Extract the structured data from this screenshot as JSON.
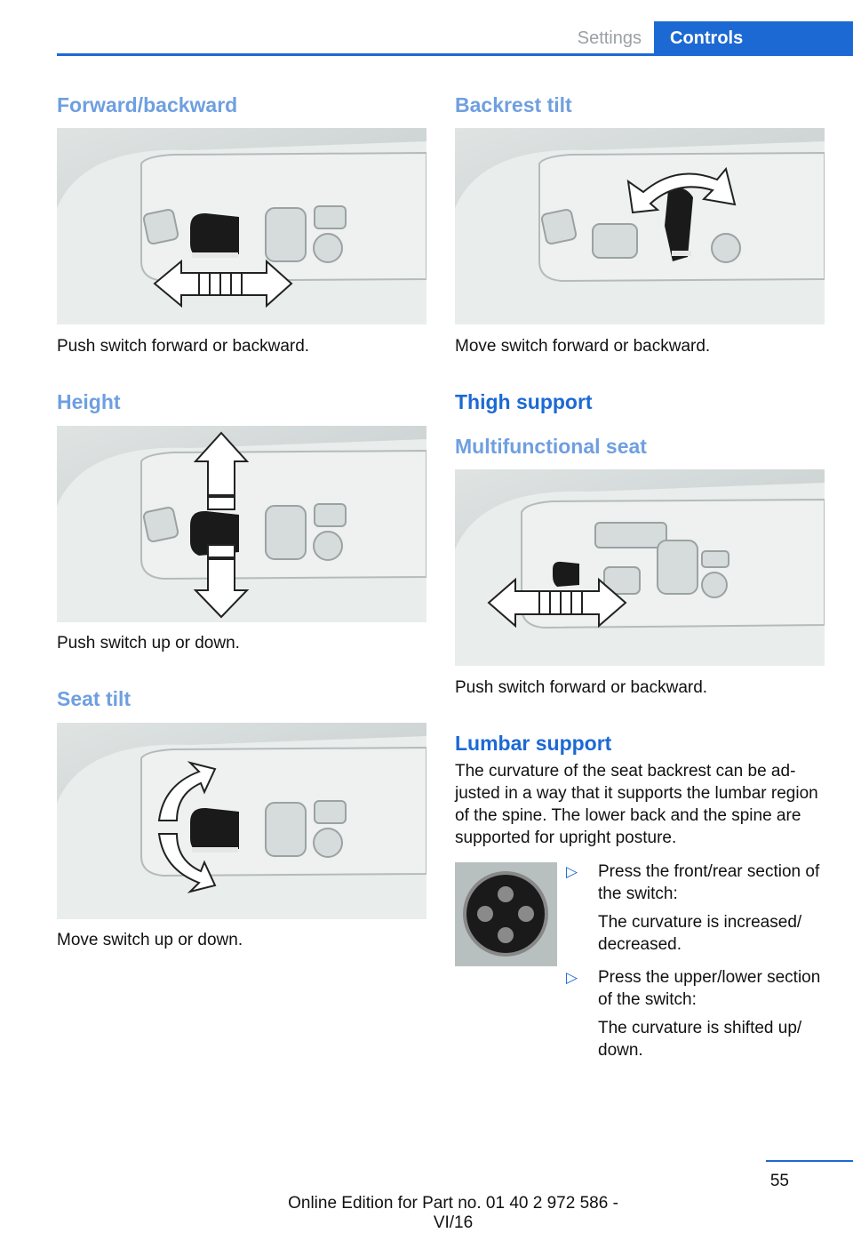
{
  "header": {
    "section": "Settings",
    "chapter": "Controls"
  },
  "left": {
    "forward_backward": {
      "title": "Forward/backward",
      "caption": "Push switch forward or backward."
    },
    "height": {
      "title": "Height",
      "caption": "Push switch up or down."
    },
    "seat_tilt": {
      "title": "Seat tilt",
      "caption": "Move switch up or down."
    }
  },
  "right": {
    "backrest_tilt": {
      "title": "Backrest tilt",
      "caption": "Move switch forward or backward."
    },
    "thigh_support": {
      "title": "Thigh support",
      "subtitle": "Multifunctional seat",
      "caption": "Push switch forward or backward."
    },
    "lumbar_support": {
      "title": "Lumbar support",
      "body": "The curvature of the seat backrest can be ad­justed in a way that it supports the lumbar re­gion of the spine. The lower back and the spine are supported for upright posture.",
      "items": [
        {
          "text": "Press the front/rear section of the switch:",
          "result": "The curvature is increased/ decreased."
        },
        {
          "text": "Press the upper/lower sec­tion of the switch:",
          "result": "The curvature is shifted up/ down."
        }
      ]
    }
  },
  "footer": {
    "page": "55",
    "edition": "Online Edition for Part no. 01 40 2 972 586 - VI/16"
  }
}
